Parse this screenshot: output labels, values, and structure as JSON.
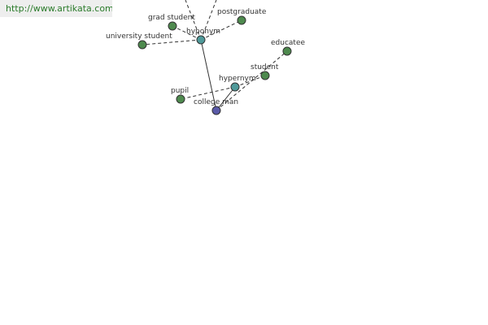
{
  "banner": {
    "url": "http://www.artikata.com"
  },
  "colors": {
    "leaf": "#4e8a4e",
    "relation": "#4f9a9a",
    "root": "#5a5aa8"
  },
  "nodes": {
    "grad_student": "grad student",
    "postgraduate": "postgraduate",
    "university_student": "university student",
    "hyponym": "hyponym",
    "educatee": "educatee",
    "student": "student",
    "hypernym": "hypernym",
    "pupil": "pupil",
    "college_man": "college man"
  }
}
